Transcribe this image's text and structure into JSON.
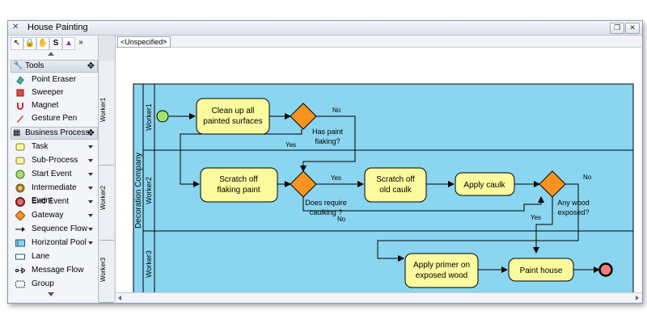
{
  "window": {
    "title": "House Painting"
  },
  "palette": {
    "tools_header": "Tools",
    "tools": [
      {
        "label": "Point Eraser",
        "icon": "eraser-icon"
      },
      {
        "label": "Sweeper",
        "icon": "sweeper-icon"
      },
      {
        "label": "Magnet",
        "icon": "magnet-icon"
      },
      {
        "label": "Gesture Pen",
        "icon": "pen-icon"
      }
    ],
    "bp_header": "Business Process",
    "bp_items": [
      {
        "label": "Task"
      },
      {
        "label": "Sub-Process"
      },
      {
        "label": "Start Event"
      },
      {
        "label": "Intermediate Event"
      },
      {
        "label": "End Event"
      },
      {
        "label": "Gateway"
      },
      {
        "label": "Sequence Flow"
      },
      {
        "label": "Horizontal Pool"
      },
      {
        "label": "Lane"
      },
      {
        "label": "Message Flow"
      },
      {
        "label": "Group"
      }
    ]
  },
  "lane_strip": {
    "labels": [
      "Worker1",
      "Worker2",
      "Worker3"
    ]
  },
  "canvas": {
    "tab_label": "<Unspecified>",
    "pool_label": "Decoration Company",
    "lanes": [
      "Worker1",
      "Worker2",
      "Worker3"
    ],
    "tasks": {
      "clean": [
        "Clean up all",
        "painted surfaces"
      ],
      "scratch_paint": [
        "Scratch off",
        "flaking paint"
      ],
      "scratch_caulk": [
        "Scratch off",
        "old caulk"
      ],
      "apply_caulk": [
        "Apply caulk"
      ],
      "primer": [
        "Apply primer on",
        "exposed wood"
      ],
      "paint": [
        "Paint house"
      ]
    },
    "gateways": {
      "g1": [
        "Has paint",
        "flaking?"
      ],
      "g2": [
        "Does require",
        "caulking ?"
      ],
      "g3": [
        "Any wood",
        "exposed?"
      ]
    },
    "flow_labels": {
      "g1_no": "No",
      "g1_yes": "Yes",
      "g2_yes": "Yes",
      "g2_no": "No",
      "g3_no": "No",
      "g3_yes": "Yes"
    },
    "colors": {
      "pool": "#8ad5f0",
      "task": "#fbfa9e",
      "gateway": "#f7931e",
      "start": "#a5e26a",
      "end": "#f27b7b"
    }
  }
}
